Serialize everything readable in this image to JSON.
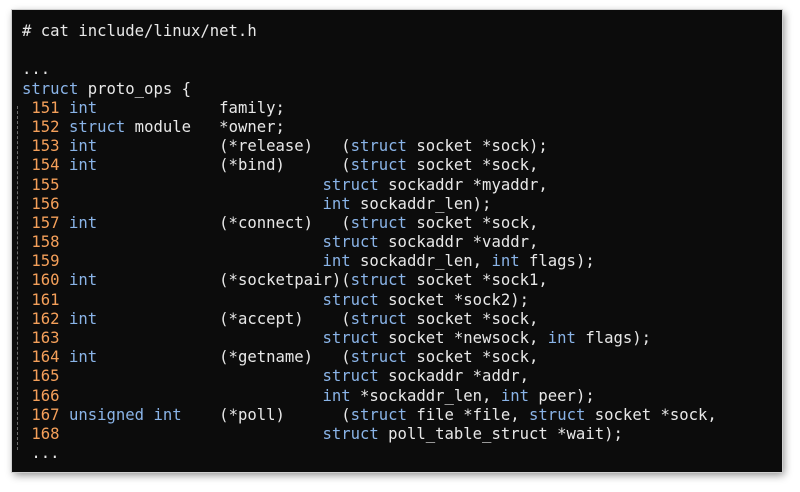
{
  "terminal": {
    "command": "# cat include/linux/net.h",
    "ellipsis_top": "...",
    "struct_keyword": "struct",
    "struct_name": " proto_ops {",
    "ellipsis_bottom": " ...",
    "lines": [
      {
        "num": "151",
        "segs": [
          {
            "t": " "
          },
          {
            "t": "int",
            "k": true
          },
          {
            "t": "             family;"
          }
        ]
      },
      {
        "num": "152",
        "segs": [
          {
            "t": " "
          },
          {
            "t": "struct",
            "k": true
          },
          {
            "t": " module   *owner;"
          }
        ]
      },
      {
        "num": "153",
        "segs": [
          {
            "t": " "
          },
          {
            "t": "int",
            "k": true
          },
          {
            "t": "             (*release)   ("
          },
          {
            "t": "struct",
            "k": true
          },
          {
            "t": " socket *sock);"
          }
        ]
      },
      {
        "num": "154",
        "segs": [
          {
            "t": " "
          },
          {
            "t": "int",
            "k": true
          },
          {
            "t": "             (*bind)      ("
          },
          {
            "t": "struct",
            "k": true
          },
          {
            "t": " socket *sock,"
          }
        ]
      },
      {
        "num": "155",
        "segs": [
          {
            "t": "                            "
          },
          {
            "t": "struct",
            "k": true
          },
          {
            "t": " sockaddr *myaddr,"
          }
        ]
      },
      {
        "num": "156",
        "segs": [
          {
            "t": "                            "
          },
          {
            "t": "int",
            "k": true
          },
          {
            "t": " sockaddr_len);"
          }
        ]
      },
      {
        "num": "157",
        "segs": [
          {
            "t": " "
          },
          {
            "t": "int",
            "k": true
          },
          {
            "t": "             (*connect)   ("
          },
          {
            "t": "struct",
            "k": true
          },
          {
            "t": " socket *sock,"
          }
        ]
      },
      {
        "num": "158",
        "segs": [
          {
            "t": "                            "
          },
          {
            "t": "struct",
            "k": true
          },
          {
            "t": " sockaddr *vaddr,"
          }
        ]
      },
      {
        "num": "159",
        "segs": [
          {
            "t": "                            "
          },
          {
            "t": "int",
            "k": true
          },
          {
            "t": " sockaddr_len, "
          },
          {
            "t": "int",
            "k": true
          },
          {
            "t": " flags);"
          }
        ]
      },
      {
        "num": "160",
        "segs": [
          {
            "t": " "
          },
          {
            "t": "int",
            "k": true
          },
          {
            "t": "             (*socketpair)("
          },
          {
            "t": "struct",
            "k": true
          },
          {
            "t": " socket *sock1,"
          }
        ]
      },
      {
        "num": "161",
        "segs": [
          {
            "t": "                            "
          },
          {
            "t": "struct",
            "k": true
          },
          {
            "t": " socket *sock2);"
          }
        ]
      },
      {
        "num": "162",
        "segs": [
          {
            "t": " "
          },
          {
            "t": "int",
            "k": true
          },
          {
            "t": "             (*accept)    ("
          },
          {
            "t": "struct",
            "k": true
          },
          {
            "t": " socket *sock,"
          }
        ]
      },
      {
        "num": "163",
        "segs": [
          {
            "t": "                            "
          },
          {
            "t": "struct",
            "k": true
          },
          {
            "t": " socket *newsock, "
          },
          {
            "t": "int",
            "k": true
          },
          {
            "t": " flags);"
          }
        ]
      },
      {
        "num": "164",
        "segs": [
          {
            "t": " "
          },
          {
            "t": "int",
            "k": true
          },
          {
            "t": "             (*getname)   ("
          },
          {
            "t": "struct",
            "k": true
          },
          {
            "t": " socket *sock,"
          }
        ]
      },
      {
        "num": "165",
        "segs": [
          {
            "t": "                            "
          },
          {
            "t": "struct",
            "k": true
          },
          {
            "t": " sockaddr *addr,"
          }
        ]
      },
      {
        "num": "166",
        "segs": [
          {
            "t": "                            "
          },
          {
            "t": "int",
            "k": true
          },
          {
            "t": " *sockaddr_len, "
          },
          {
            "t": "int",
            "k": true
          },
          {
            "t": " peer);"
          }
        ]
      },
      {
        "num": "167",
        "segs": [
          {
            "t": " "
          },
          {
            "t": "unsigned int",
            "k": true
          },
          {
            "t": "    (*poll)      ("
          },
          {
            "t": "struct",
            "k": true
          },
          {
            "t": " file *file, "
          },
          {
            "t": "struct",
            "k": true
          },
          {
            "t": " socket *sock,"
          }
        ]
      },
      {
        "num": "168",
        "segs": [
          {
            "t": "                            "
          },
          {
            "t": "struct",
            "k": true
          },
          {
            "t": " poll_table_struct *wait);"
          }
        ]
      }
    ]
  },
  "colors": {
    "background": "#0c0c0c",
    "text": "#e8e8e8",
    "keyword": "#8ab4e8",
    "line_number": "#f5a05a"
  }
}
